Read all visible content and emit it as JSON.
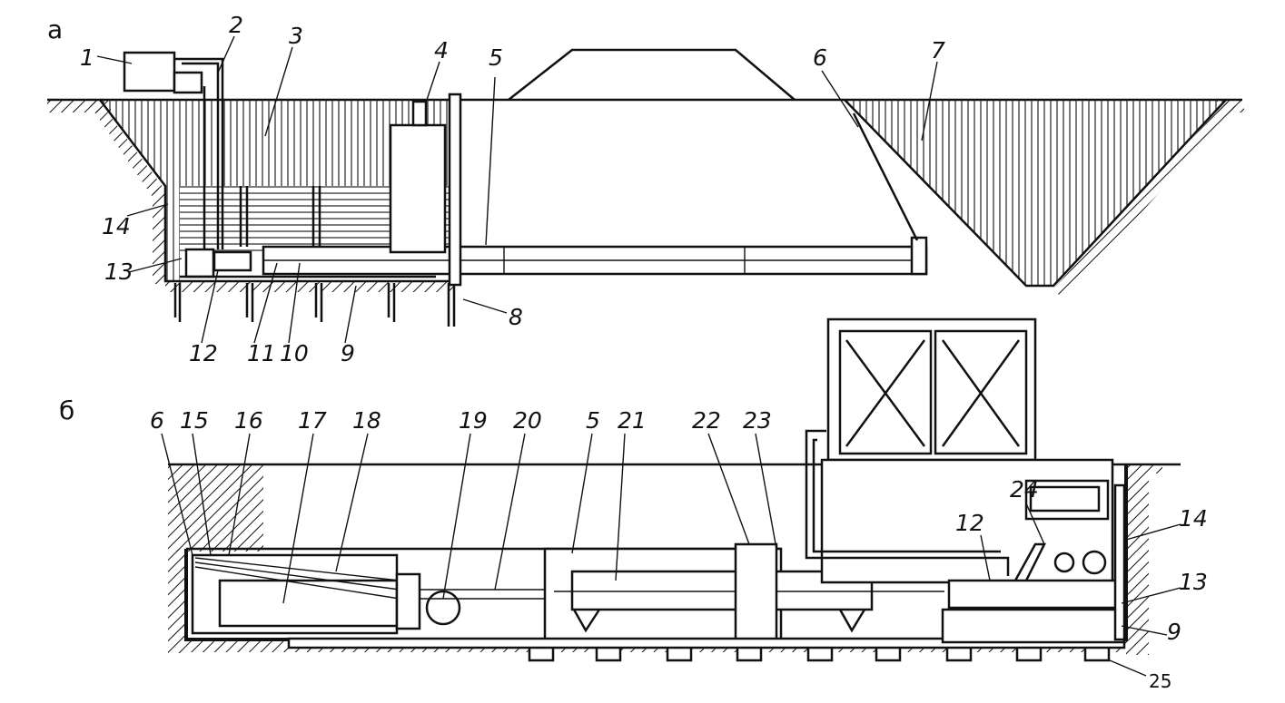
{
  "panels": [
    {
      "id": "a",
      "label": "а"
    },
    {
      "id": "b",
      "label": "б"
    }
  ],
  "callouts_a": [
    "1",
    "2",
    "3",
    "4",
    "5",
    "6",
    "7",
    "14",
    "13",
    "12",
    "11",
    "10",
    "9",
    "8"
  ],
  "callouts_b": [
    "6",
    "15",
    "16",
    "17",
    "18",
    "19",
    "20",
    "5",
    "21",
    "22",
    "23",
    "24",
    "12",
    "14",
    "13",
    "9",
    "25"
  ]
}
